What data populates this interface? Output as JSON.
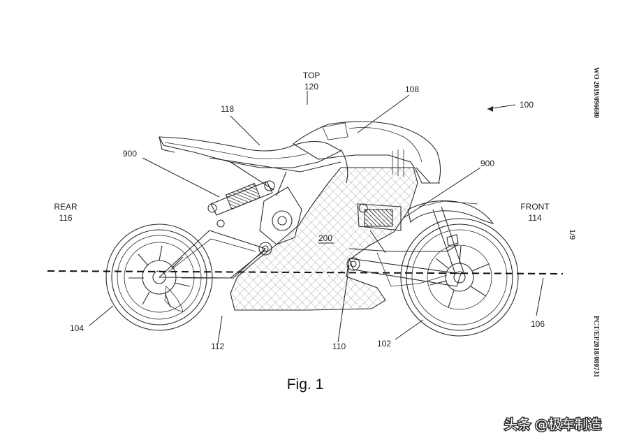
{
  "figure": {
    "caption": "Fig. 1",
    "side_left": "WO 2019/096680",
    "side_right": "PCT/EP2018/080731",
    "page_number": "1/9"
  },
  "orientation_labels": {
    "top": {
      "word": "TOP",
      "ref": "120"
    },
    "rear": {
      "word": "REAR",
      "ref": "116"
    },
    "front": {
      "word": "FRONT",
      "ref": "114"
    }
  },
  "reference_numerals": {
    "vehicle": "100",
    "front_wheel": "102",
    "rear_wheel": "104",
    "axis": "106",
    "tank_cover": "108",
    "lower_frame": "110",
    "swingarm": "112",
    "seat": "118",
    "battery": "200",
    "shock_rear": "900",
    "shock_front": "900"
  },
  "watermark": "头条 @极车制造",
  "colors": {
    "line": "#2a2a2a",
    "hatch": "#8a8a8a",
    "watermark_text": "#ffffff"
  }
}
